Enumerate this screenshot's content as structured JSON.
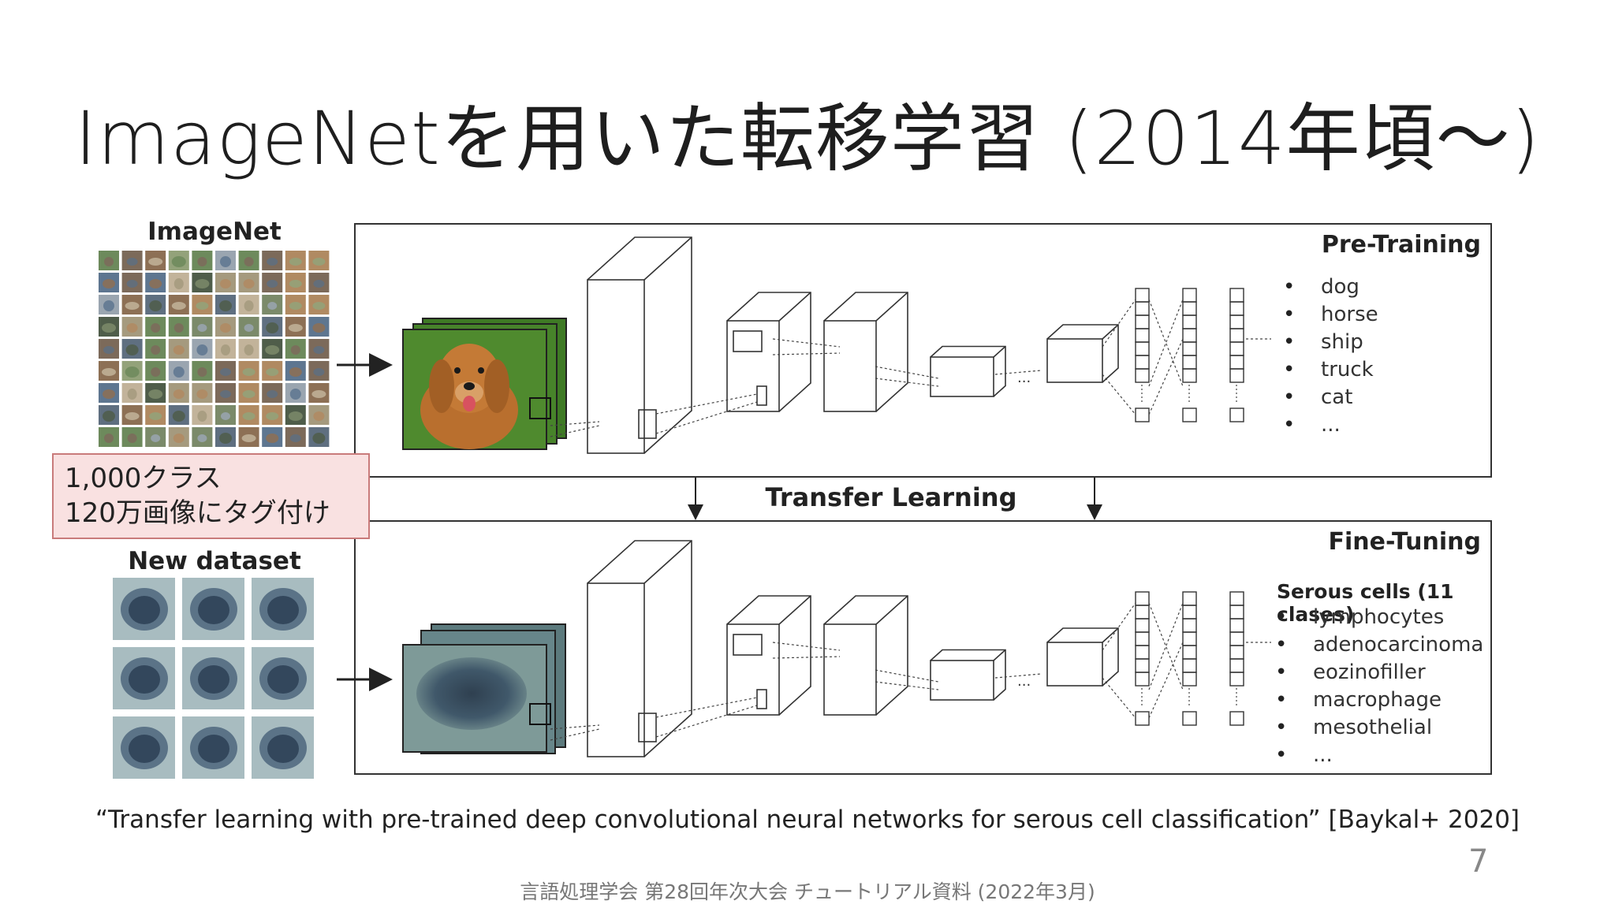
{
  "slide": {
    "title": "ImageNetを用いた転移学習 (2014年頃〜)",
    "page_number": "7",
    "footer": "言語処理学会 第28回年次大会 チュートリアル資料 (2022年3月)",
    "citation": "“Transfer learning with pre-trained deep convolutional neural networks for serous cell classification” [Baykal+ 2020]"
  },
  "callout": {
    "line1": "1,000クラス",
    "line2": "120万画像にタグ付け"
  },
  "diagram": {
    "imagenet_label": "ImageNet",
    "new_dataset_label": "New dataset",
    "transfer_label": "Transfer Learning",
    "pretraining": {
      "heading": "Pre-Training",
      "classes": [
        "dog",
        "horse",
        "ship",
        "truck",
        "cat",
        "..."
      ]
    },
    "finetuning": {
      "heading": "Fine-Tuning",
      "subheading": "Serous cells (11 clases)",
      "classes": [
        "lymphocytes",
        "adenocarcinoma",
        "eozinofiller",
        "macrophage",
        "mesothelial",
        "..."
      ]
    }
  },
  "colors": {
    "callout_fill": "#f9e1e1",
    "callout_border": "#c97b7b",
    "grass": "#4f8a2e",
    "dog_fur": "#c47a36",
    "cell_bg": "#6f8c8c",
    "cell_nucleus": "#2d4152"
  }
}
